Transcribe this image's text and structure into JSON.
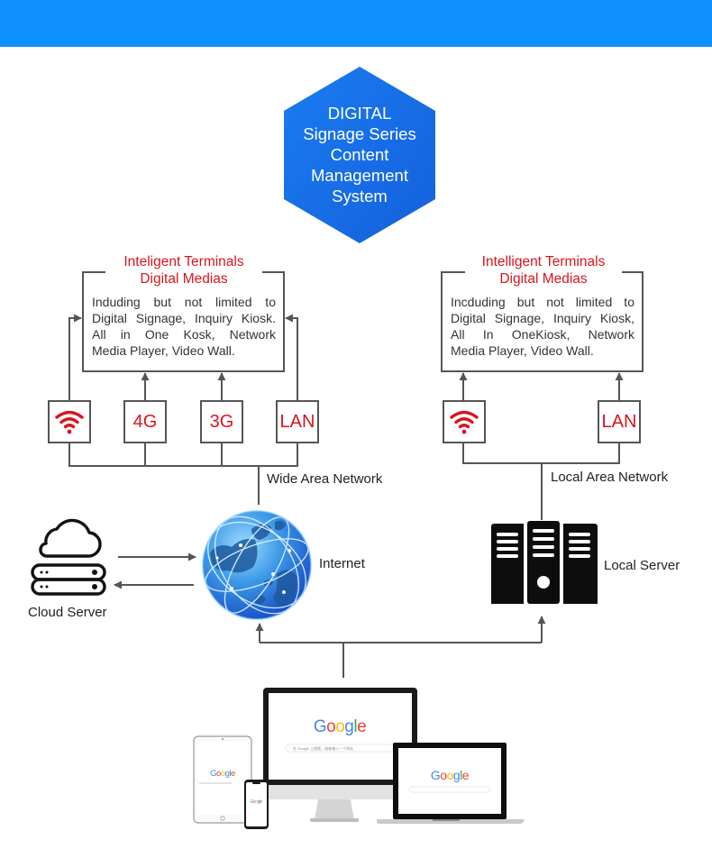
{
  "header": {
    "bar_color": "#0e90fd"
  },
  "center_title": {
    "lines": [
      "DIGITAL",
      "Signage Series",
      "Content",
      "Management",
      "System"
    ],
    "color": "#1672e8"
  },
  "left_panel": {
    "title_line1": "Inteligent Terminals",
    "title_line2": "Digital Medias",
    "body_lines": [
      "Induding but not limited to",
      "Digital Signage, Inquiry Kiosk.",
      "All in One Kosk, Network",
      "Media Player, Video Wall."
    ],
    "connections": [
      {
        "icon": "wifi-icon",
        "label": ""
      },
      {
        "icon": "",
        "label": "4G"
      },
      {
        "icon": "",
        "label": "3G"
      },
      {
        "icon": "",
        "label": "LAN"
      }
    ],
    "network_label": "Wide Area Network"
  },
  "right_panel": {
    "title_line1": "Intelligent Terminals",
    "title_line2": "Digital Medias",
    "body_lines": [
      "Incduding but not limited to",
      "Digital Signage, Inquiry Kiosk,",
      "All In OneKiosk, Network",
      "Media Player, Video Wall."
    ],
    "connections": [
      {
        "icon": "wifi-icon",
        "label": ""
      },
      {
        "icon": "",
        "label": "LAN"
      }
    ],
    "network_label": "Local Area Network"
  },
  "nodes": {
    "cloud_server": "Cloud Server",
    "internet": "Internet",
    "local_server": "Local Server"
  },
  "devices": {
    "brand_text": "Google",
    "search_hint": "在 Google 上搜索，或者输入一个网址"
  },
  "colors": {
    "accent_red": "#d9141e",
    "line_gray": "#555555"
  }
}
